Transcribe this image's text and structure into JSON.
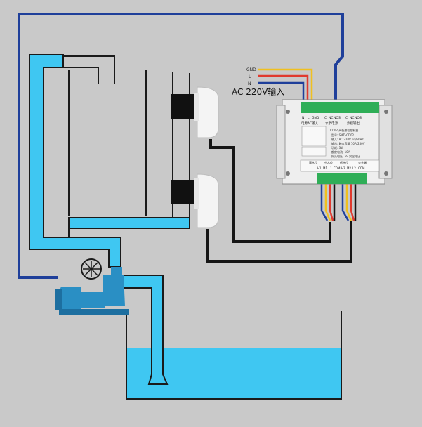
{
  "wires": {
    "gnd_label": "GND",
    "l_label": "L",
    "n_label": "N",
    "ac_input_label": "AC 220V输入"
  },
  "controller": {
    "terminal_top_left": [
      "N",
      "L",
      "GND"
    ],
    "terminal_top_mid": [
      "C",
      "NC",
      "NO",
      "S",
      "C",
      "NC",
      "NO",
      "S"
    ],
    "top_labels": [
      "电源AC输入",
      "水泵电源",
      "外控输出"
    ],
    "model_title": "CD02 高低液位控制器",
    "specs": [
      "型号: SMD-CD02",
      "输入: AC 220V 50/60Hz",
      "输出: 触点容量 10A/250V",
      "功耗: 3W",
      "额定电流: 10A",
      "探头电压: 5V 安全电压"
    ],
    "bottom_labels": [
      "高水位",
      "中水位",
      "低水位",
      "公共端"
    ],
    "terminal_bottom": [
      "H1",
      "M1",
      "L1",
      "COM",
      "H2",
      "M2",
      "L2",
      "COM"
    ]
  },
  "colors": {
    "background": "#c9c9c9",
    "water": "#3fc7f2",
    "wire_blue": "#1f3f9a",
    "wire_red": "#e03a2e",
    "wire_yellow": "#f0c020",
    "wire_black": "#151515",
    "pipe_outline": "#1a1a1a",
    "pump": "#2a8fc4"
  }
}
